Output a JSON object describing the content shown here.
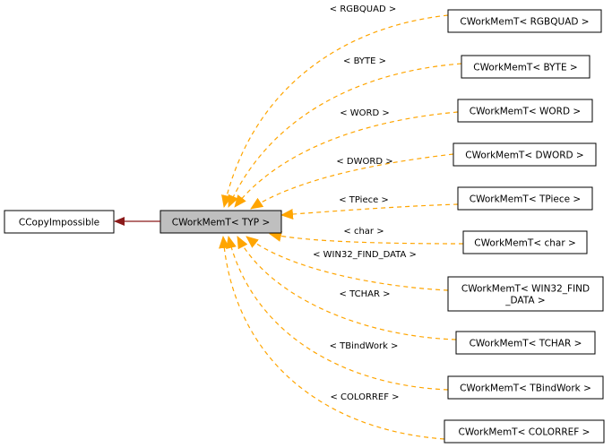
{
  "base_class": {
    "label": "CCopyImpossible"
  },
  "template_class": {
    "label": "CWorkMemT< TYP >"
  },
  "specializations": [
    {
      "edge_label": "< RGBQUAD >",
      "lines": [
        "CWorkMemT< RGBQUAD >"
      ]
    },
    {
      "edge_label": "< BYTE >",
      "lines": [
        "CWorkMemT< BYTE >"
      ]
    },
    {
      "edge_label": "< WORD >",
      "lines": [
        "CWorkMemT< WORD >"
      ]
    },
    {
      "edge_label": "< DWORD >",
      "lines": [
        "CWorkMemT< DWORD >"
      ]
    },
    {
      "edge_label": "< TPiece >",
      "lines": [
        "CWorkMemT< TPiece >"
      ]
    },
    {
      "edge_label": "< char >",
      "lines": [
        "CWorkMemT< char >"
      ]
    },
    {
      "edge_label": "< WIN32_FIND_DATA >",
      "lines": [
        "CWorkMemT< WIN32_FIND",
        "_DATA >"
      ]
    },
    {
      "edge_label": "< TCHAR >",
      "lines": [
        "CWorkMemT< TCHAR >"
      ]
    },
    {
      "edge_label": "< TBindWork >",
      "lines": [
        "CWorkMemT< TBindWork >"
      ]
    },
    {
      "edge_label": "< COLORREF >",
      "lines": [
        "CWorkMemT< COLORREF >"
      ]
    }
  ],
  "colors": {
    "inheritance_edge": "#8b1a1a",
    "template_edge": "#ffa500",
    "highlight_fill": "#bfbfbf",
    "node_border": "#000000"
  }
}
